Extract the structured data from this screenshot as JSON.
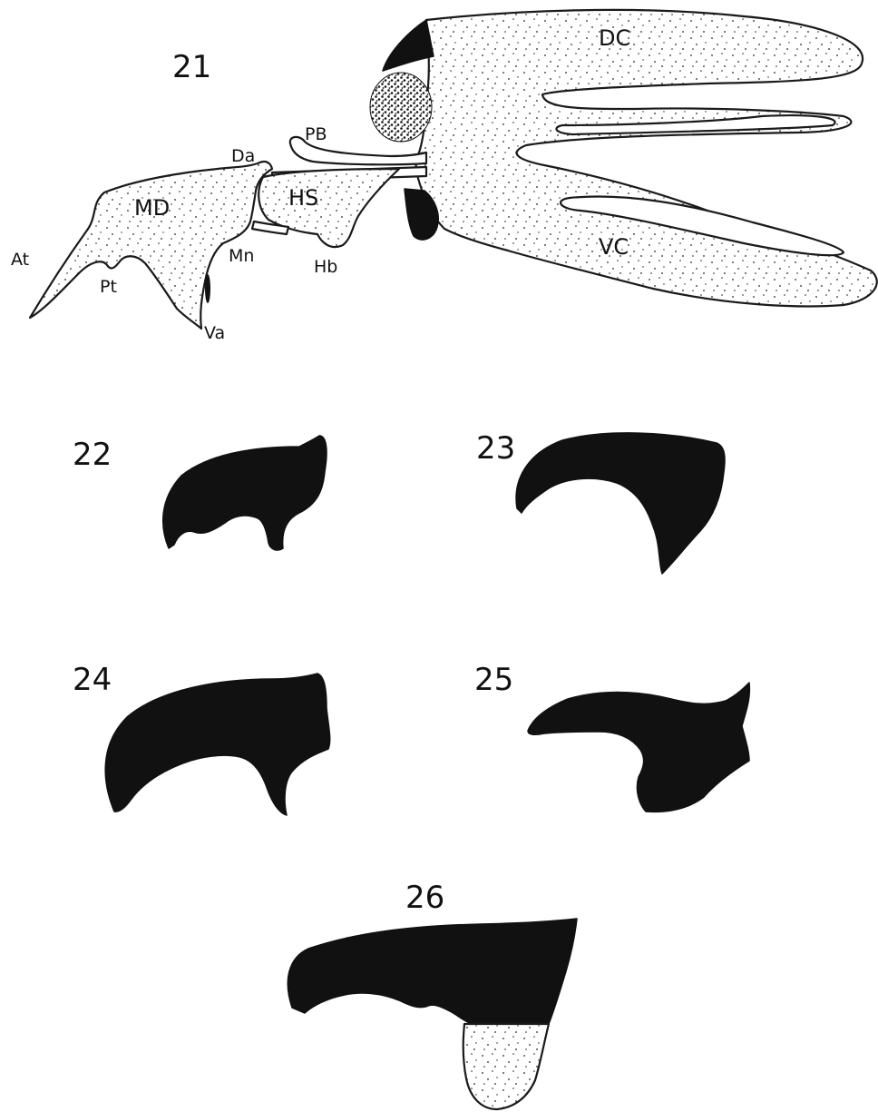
{
  "figure_numbers": {
    "fig21": "21",
    "fig22": "22",
    "fig23": "23",
    "fig24": "24",
    "fig25": "25",
    "fig26": "26"
  },
  "fig21_labels": {
    "dc": "DC",
    "vc": "VC",
    "pb": "PB",
    "da": "Da",
    "md": "MD",
    "hs": "HS",
    "at": "At",
    "pt": "Pt",
    "mn": "Mn",
    "hb": "Hb",
    "va": "Va"
  },
  "colors": {
    "ink": "#111111",
    "background": "#ffffff"
  }
}
